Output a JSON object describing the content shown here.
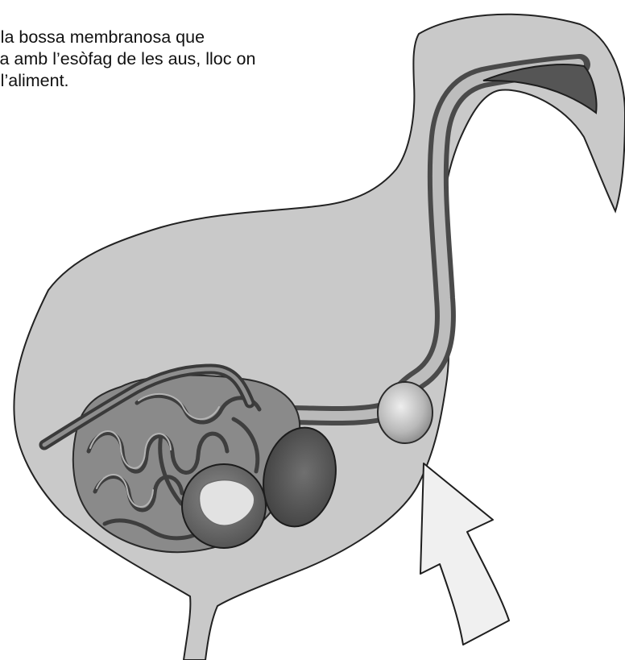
{
  "caption": {
    "lines": [
      "és la bossa membranosa que",
      "nica amb l’esòfag de les aus, lloc on",
      "va l’aliment."
    ]
  },
  "colors": {
    "body_fill": "#c9c9c9",
    "outline": "#222222",
    "intestine": "#7a7a7a",
    "gizzard": "#5a5a5a",
    "crop": "#bdbdbd",
    "arrow_fill": "#f0f0f0"
  }
}
